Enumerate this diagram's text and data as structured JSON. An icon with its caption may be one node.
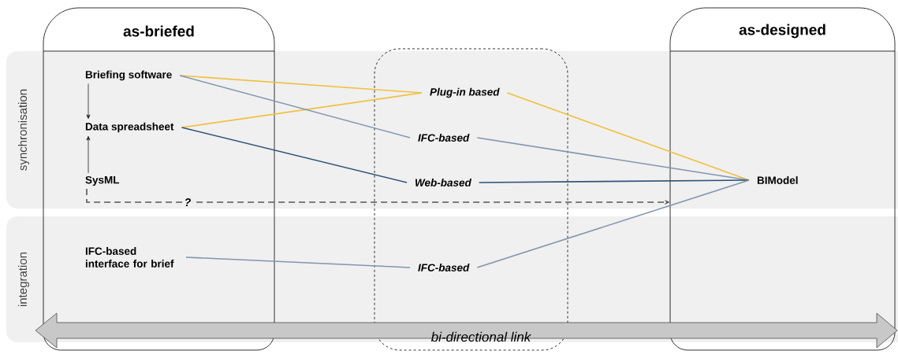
{
  "diagram": {
    "nodes": [
      {
        "text": [
          "as-briefed"
        ]
      },
      {
        "text": [
          "Briefing software"
        ],
        "in": 0
      },
      {
        "text": [
          "Data spreadsheet"
        ],
        "in": 0
      },
      {
        "text": [
          "SysML"
        ],
        "in": 0
      },
      {
        "text": [
          "IFC-based interface for brief"
        ],
        "in": 0
      },
      {
        "text": [],
        "shape": "box"
      },
      {
        "text": [
          "Plug-in based"
        ],
        "in": 5
      },
      {
        "text": [
          "IFC-based"
        ],
        "in": 5
      },
      {
        "text": [
          "Web-based"
        ],
        "in": 5
      },
      {
        "text": [
          "IFC-based"
        ],
        "in": 5
      },
      {
        "text": [
          "as-designed"
        ]
      },
      {
        "text": [
          "BIModel"
        ],
        "in": 10
      }
    ],
    "edges": [
      {
        "from": 1,
        "to": 2,
        "arrow": "to",
        "color": "#222222"
      },
      {
        "from": 3,
        "to": 2,
        "arrow": "to",
        "color": "#222222"
      },
      {
        "from": 1,
        "to": 6,
        "arrow": "none",
        "color": "#f0c040"
      },
      {
        "from": 2,
        "to": 6,
        "arrow": "none",
        "color": "#f0c040"
      },
      {
        "from": 1,
        "to": 7,
        "arrow": "none"
      },
      {
        "from": 2,
        "to": 8,
        "arrow": "none",
        "color": "#2f5278"
      },
      {
        "from": 6,
        "to": 11,
        "arrow": "none",
        "color": "#f0c040"
      },
      {
        "from": 7,
        "to": 11,
        "arrow": "none"
      },
      {
        "from": 8,
        "to": 11,
        "arrow": "none",
        "color": "#2f5278"
      },
      {
        "from": 9,
        "to": 11,
        "arrow": "none"
      },
      {
        "from": 4,
        "to": 9,
        "arrow": "none"
      },
      {
        "from": 3,
        "to": 10,
        "arrow": "to",
        "label": "?",
        "style": "dashed",
        "color": "#555555"
      }
    ],
    "labels": [
      "synchronisation",
      "integration",
      "bi-directional link"
    ]
  }
}
